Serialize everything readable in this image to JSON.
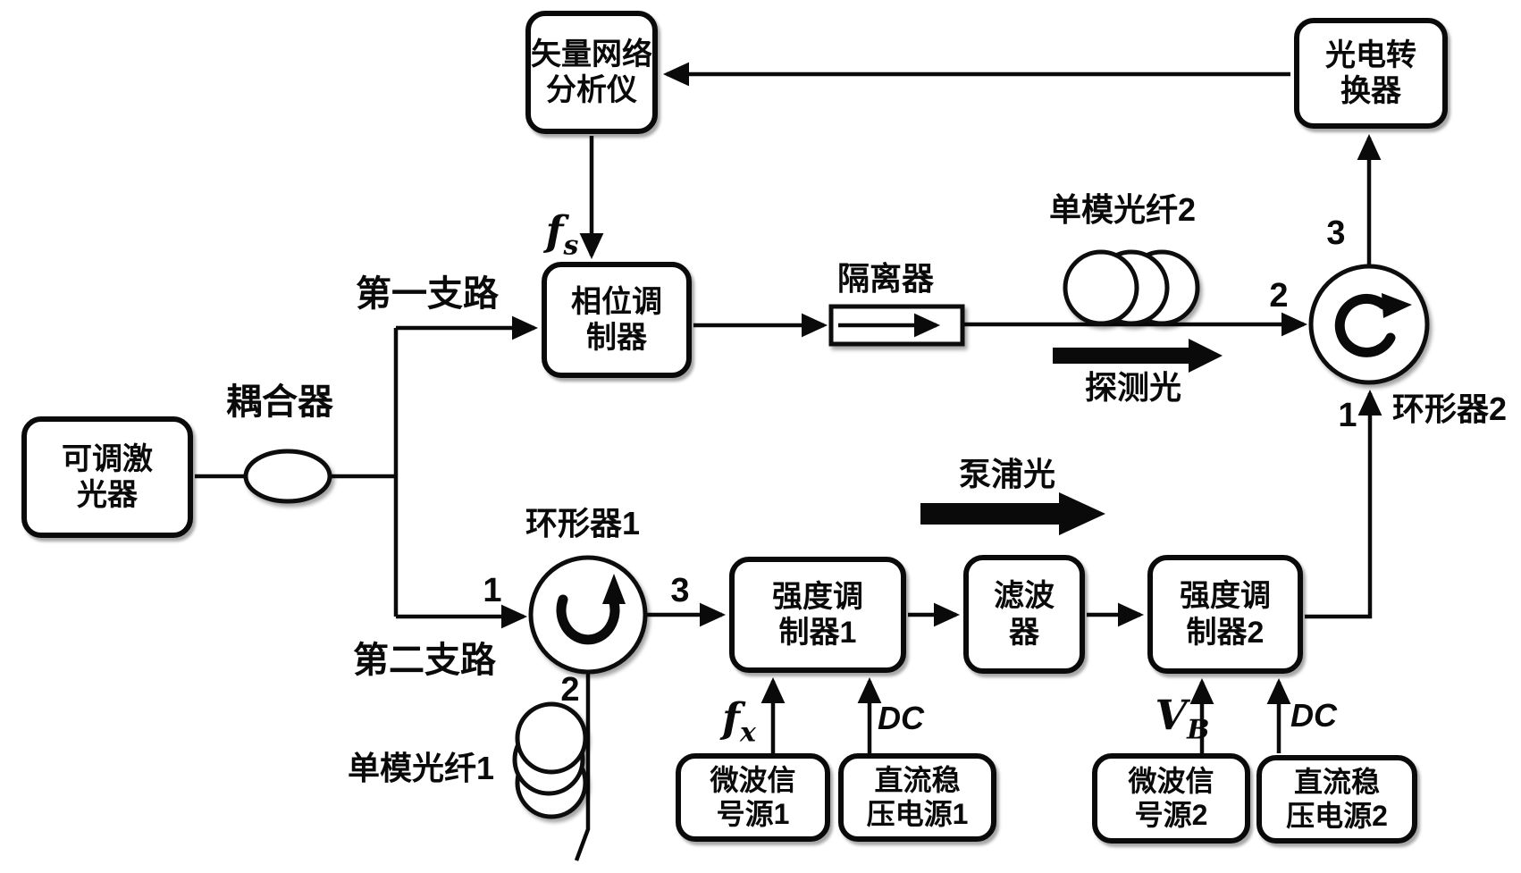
{
  "boxes": {
    "vna": {
      "label": "矢量网络\n分析仪"
    },
    "photodetector": {
      "label": "光电转\n换器"
    },
    "laser": {
      "label": "可调激\n光器"
    },
    "phase_modulator": {
      "label": "相位调\n制器"
    },
    "intensity_modulator_1": {
      "label": "强度调\n制器1"
    },
    "filter": {
      "label": "滤波\n器"
    },
    "intensity_modulator_2": {
      "label": "强度调\n制器2"
    },
    "mw_source_1": {
      "label": "微波信\n号源1"
    },
    "dc_supply_1": {
      "label": "直流稳\n压电源1"
    },
    "mw_source_2": {
      "label": "微波信\n号源2"
    },
    "dc_supply_2": {
      "label": "直流稳\n压电源2"
    }
  },
  "labels": {
    "coupler": "耦合器",
    "isolator": "隔离器",
    "branch1": "第一支路",
    "branch2": "第二支路",
    "circulator1": "环形器1",
    "circulator2": "环形器2",
    "fiber1": "单模光纤1",
    "fiber2": "单模光纤2",
    "probe_light": "探测光",
    "pump_light": "泵浦光"
  },
  "signals": {
    "fs": {
      "base": "f",
      "sub": "s"
    },
    "fx": {
      "base": "f",
      "sub": "x"
    },
    "vb": {
      "base": "V",
      "sub": "B"
    },
    "dc1": "DC",
    "dc2": "DC"
  },
  "ports": {
    "circulator1": {
      "p1": "1",
      "p2": "2",
      "p3": "3"
    },
    "circulator2": {
      "p1": "1",
      "p2": "2",
      "p3": "3"
    }
  },
  "colors": {
    "ink": "#0a0a0a",
    "background": "#ffffff"
  }
}
